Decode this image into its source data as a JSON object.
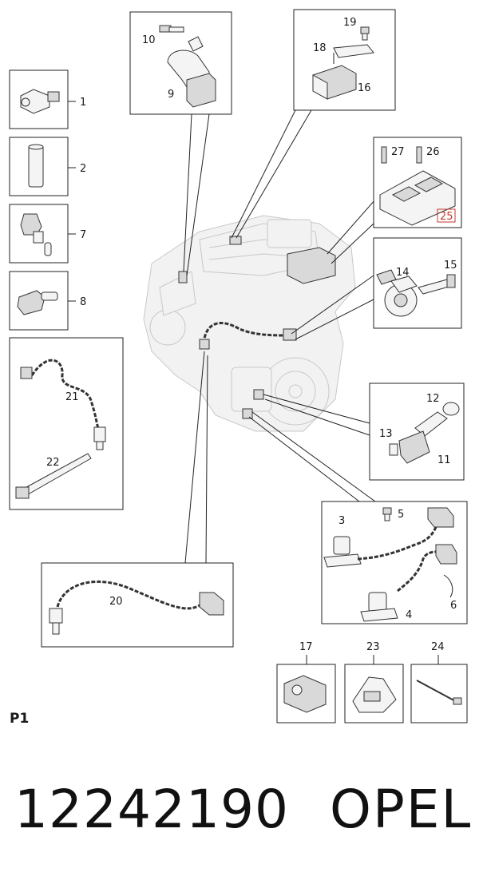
{
  "diagram": {
    "callouts": {
      "c1": "1",
      "c2": "2",
      "c3": "3",
      "c4": "4",
      "c5": "5",
      "c6": "6",
      "c7": "7",
      "c8": "8",
      "c9": "9",
      "c10": "10",
      "c11": "11",
      "c12": "12",
      "c13": "13",
      "c14": "14",
      "c15": "15",
      "c16": "16",
      "c17": "17",
      "c18": "18",
      "c19": "19",
      "c20": "20",
      "c21": "21",
      "c22": "22",
      "c23": "23",
      "c24": "24",
      "c25": "25",
      "c26": "26",
      "c27": "27"
    },
    "highlight_color": "#c0392b"
  },
  "footer": {
    "page_code": "P1",
    "part_number": "12242190",
    "brand": "OPEL"
  }
}
